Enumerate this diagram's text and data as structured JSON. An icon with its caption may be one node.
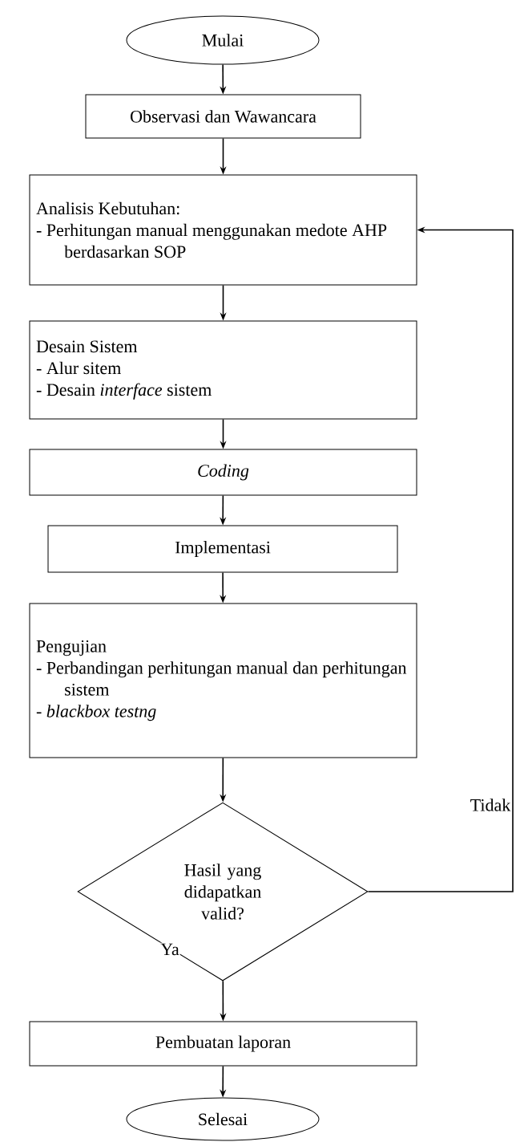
{
  "diagram": {
    "nodes": [
      {
        "text": [
          "Mulai"
        ]
      },
      {
        "text": [
          "Observasi dan Wawancara"
        ]
      },
      {
        "text": [
          "Analisis Kebutuhan:",
          "- Perhitungan manual menggunakan medote AHP berdasarkan SOP"
        ]
      },
      {
        "text": [
          "Desain Sistem",
          "- Alur sitem",
          "- Desain *interface* sistem"
        ]
      },
      {
        "text": [
          "Coding"
        ]
      },
      {
        "text": [
          "Implementasi"
        ]
      },
      {
        "text": [
          "Pengujian",
          "- Perbandingan perhitungan manual dan perhitungan sistem",
          "- blackbox testng"
        ]
      },
      {
        "text": [
          "Hasil yang didapatkan valid?"
        ]
      },
      {
        "text": [
          "Pembuatan laporan"
        ]
      },
      {
        "text": [
          "Selesai"
        ]
      }
    ],
    "edges": [
      {
        "from": 0,
        "to": 1,
        "arrow": "to"
      },
      {
        "from": 1,
        "to": 2,
        "arrow": "to"
      },
      {
        "from": 2,
        "to": 3,
        "arrow": "to"
      },
      {
        "from": 3,
        "to": 4,
        "arrow": "to"
      },
      {
        "from": 4,
        "to": 5,
        "arrow": "to"
      },
      {
        "from": 5,
        "to": 6,
        "arrow": "to"
      },
      {
        "from": 6,
        "to": 7,
        "arrow": "to"
      },
      {
        "from": 7,
        "to": 8,
        "arrow": "to",
        "label": "Ya"
      },
      {
        "from": 8,
        "to": 9,
        "arrow": "to"
      },
      {
        "from": 7,
        "to": 2,
        "arrow": "to",
        "label": "Tidak"
      }
    ]
  }
}
